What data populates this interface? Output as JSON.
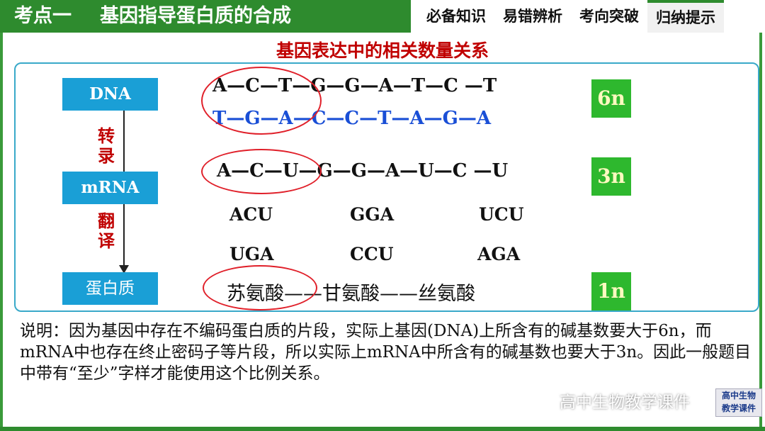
{
  "header": {
    "title_part1": "考点一",
    "title_part2": "基因指导蛋白质的合成",
    "tabs": [
      "必备知识",
      "易错辨析",
      "考向突破",
      "归纳提示"
    ]
  },
  "subtitle": "基因表达中的相关数量关系",
  "labels": {
    "dna": "DNA",
    "transcription": [
      "转",
      "录"
    ],
    "mrna": "mRNA",
    "translation": [
      "翻",
      "译"
    ],
    "protein": "蛋白质"
  },
  "sequences": {
    "dna_top": "A—C—T—G—G—A—T—C —T",
    "dna_bottom": "T—G—A—C—C—T—A—G—A",
    "mrna": "A—C—U—G—G—A—U—C —U",
    "codons_row1": [
      "ACU",
      "GGA",
      "UCU"
    ],
    "codons_row2": [
      "UGA",
      "CCU",
      "AGA"
    ],
    "protein": "苏氨酸——甘氨酸——丝氨酸"
  },
  "ratios": [
    "6n",
    "3n",
    "1n"
  ],
  "note": "说明：因为基因中存在不编码蛋白质的片段，实际上基因(DNA)上所含有的碱基数要大于6n，而mRNA中也存在终止密码子等片段，所以实际上mRNA中所含有的碱基数也要大于3n。因此一般题目中带有“至少”字样才能使用这个比例关系。",
  "watermark": "高中生物教学课件",
  "watermark_logo": [
    "高中生物",
    "教学课件"
  ],
  "colors": {
    "header_green": "#2e8b2e",
    "label_blue": "#1a9fd6",
    "ratio_green": "#2eb82e",
    "accent_red": "#c00000",
    "seq_blue": "#1a4fd6"
  }
}
